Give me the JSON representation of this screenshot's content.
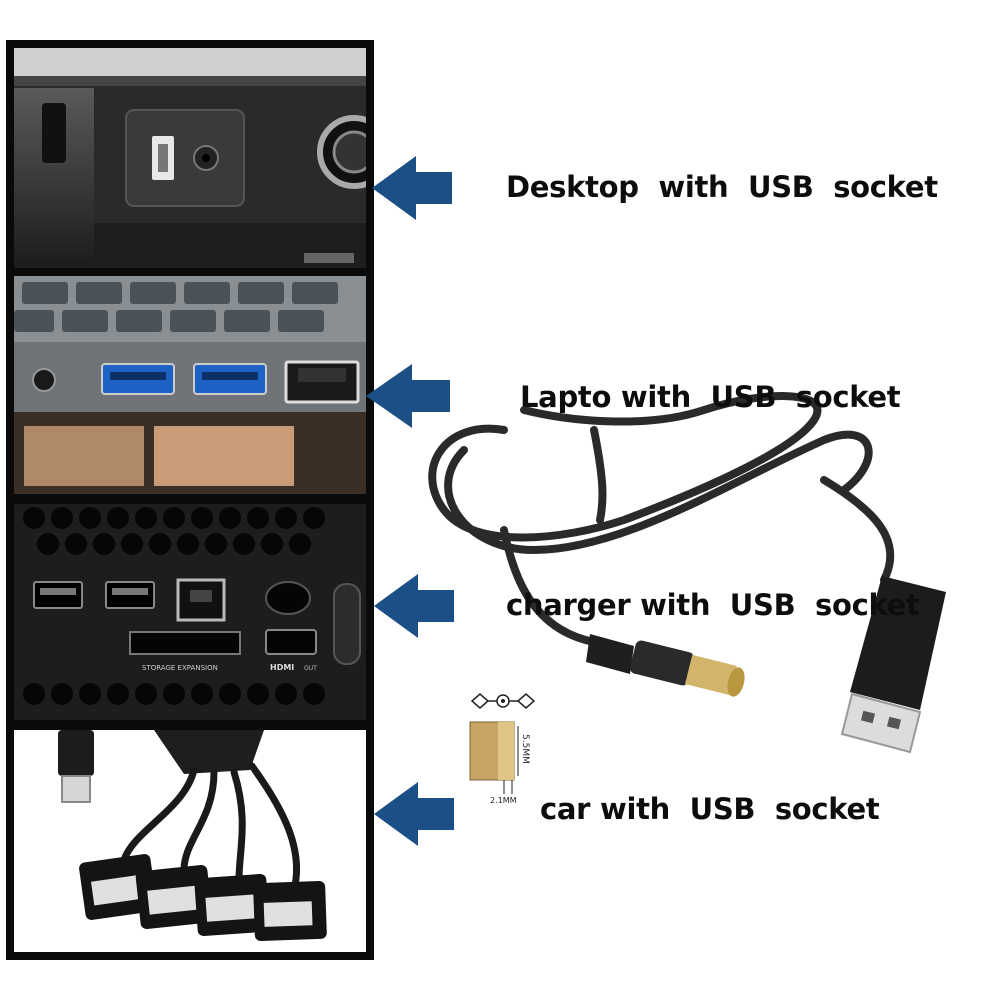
{
  "captions": {
    "desktop": "Desktop  with  USB  socket",
    "laptop": "Lapto with  USB  socket",
    "charger": "charger with  USB  socket",
    "car": "car with  USB  socket"
  },
  "connector_diagram": {
    "outer_diameter": "5.5MM",
    "inner_diameter": "2.1MM"
  },
  "device_labels": {
    "storage": "STORAGE EXPANSION",
    "hdmi": "HDMI",
    "hdmi_out": "OUT"
  },
  "colors": {
    "arrow": "#1c4f86",
    "frame": "#0a0a0a",
    "caption_text": "#0d0d0d",
    "cable": "#2a2a2a"
  },
  "icons": {
    "pointer": "left-arrow-icon",
    "polarity": "polarity-icon"
  }
}
